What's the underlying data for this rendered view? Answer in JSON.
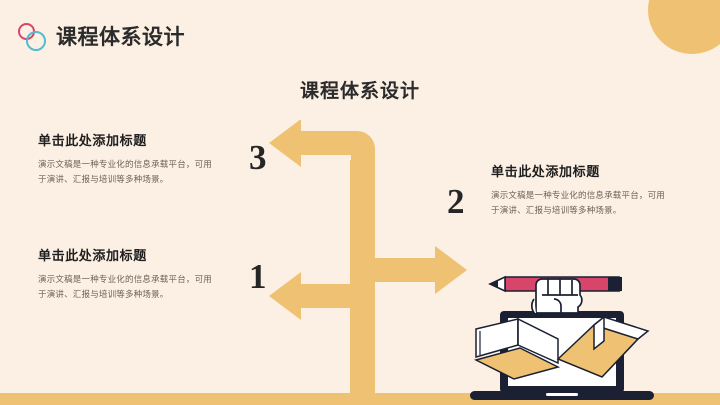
{
  "slide": {
    "background_color": "#fcf0e4",
    "accent_color": "#efc172",
    "header": {
      "title": "课程体系设计",
      "logo": {
        "ring_pink_color": "#d8456b",
        "ring_teal_color": "#4fbcd0"
      }
    },
    "title": "课程体系设计"
  },
  "steps": [
    {
      "number": "3",
      "direction": "left"
    },
    {
      "number": "2",
      "direction": "right"
    },
    {
      "number": "1",
      "direction": "left"
    }
  ],
  "blocks": [
    {
      "heading": "单击此处添加标题",
      "line1": "演示文稿是一种专业化的信息承载平台，可用",
      "line2": "于演讲、汇报与培训等多种场景。"
    },
    {
      "heading": "单击此处添加标题",
      "line1": "演示文稿是一种专业化的信息承载平台，可用",
      "line2": "于演讲、汇报与培训等多种场景。"
    },
    {
      "heading": "单击此处添加标题",
      "line1": "演示文稿是一种专业化的信息承载平台，可用",
      "line2": "于演讲、汇报与培训等多种场景。"
    }
  ],
  "illustration": {
    "name": "laptop-fist-pencil-books",
    "pencil_color": "#d8456b",
    "book_color": "#efc172",
    "laptop_color": "#1b2033"
  }
}
